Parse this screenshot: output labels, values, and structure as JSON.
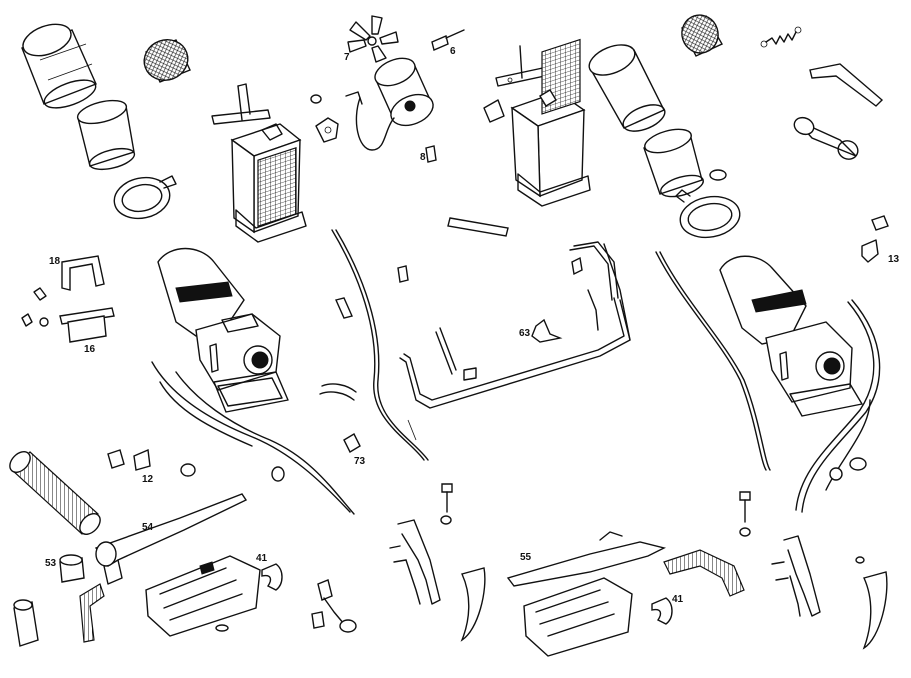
{
  "part_numbers": {
    "n7": "7",
    "n6": "6",
    "n8": "8",
    "n18": "18",
    "n16": "16",
    "n12": "12",
    "n13": "13",
    "n63": "63",
    "n73": "73",
    "n54": "54",
    "n53": "53",
    "n41a": "41",
    "n55": "55",
    "n41b": "41"
  }
}
